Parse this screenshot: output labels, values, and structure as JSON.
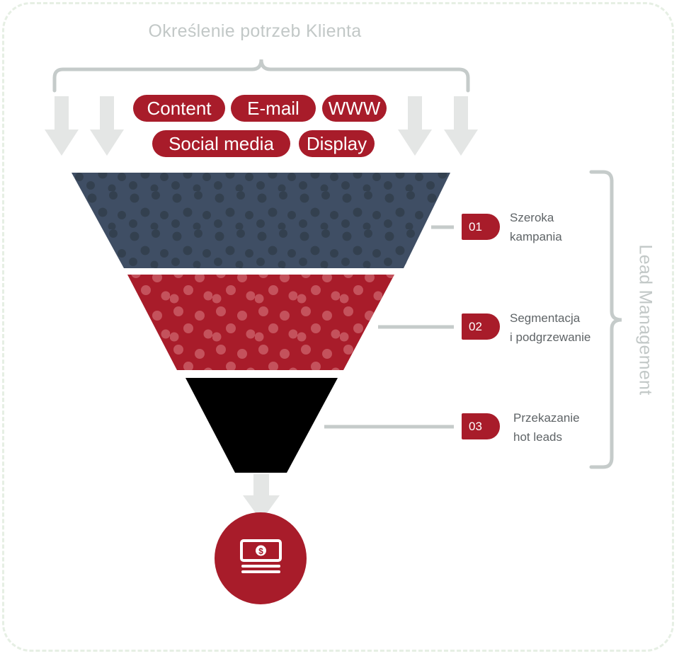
{
  "title": "Określenie potrzeb Klienta",
  "channels": [
    "Content",
    "E-mail",
    "WWW",
    "Social media",
    "Display"
  ],
  "side_label": "Lead Management",
  "steps": [
    {
      "number": "01",
      "line1": "Szeroka",
      "line2": "kampania"
    },
    {
      "number": "02",
      "line1": "Segmentacja",
      "line2": "i podgrzewanie"
    },
    {
      "number": "03",
      "line1": "Przekazanie",
      "line2": "hot leads"
    }
  ],
  "icons": [
    "money-stack-icon",
    "arrow-down-icon"
  ],
  "colors": {
    "accent_red": "#a81c2a",
    "stage1_blue": "#3f4e64",
    "stage2_red": "#a81c2a",
    "stage3_black": "#000000",
    "arrow_gray": "#e4e6e5",
    "bracket_gray": "#c5cbca",
    "text_gray": "#5f6467"
  }
}
